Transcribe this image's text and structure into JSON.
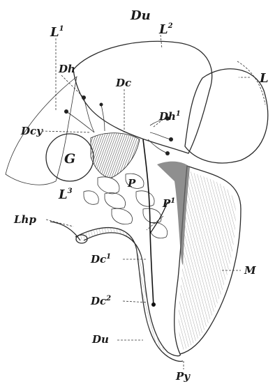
{
  "labels": {
    "du_top": "Du",
    "l2": {
      "text": "L",
      "sup": "2"
    },
    "l_right": "L",
    "l1": {
      "text": "L",
      "sup": "1"
    },
    "dh": "Dh",
    "dc": "Dc",
    "dh1": {
      "text": "Dh",
      "sup": "1"
    },
    "dcy": "Dcy",
    "g": "G",
    "p": "P",
    "p1": {
      "text": "P",
      "sup": "1"
    },
    "l3": {
      "text": "L",
      "sup": "3"
    },
    "lhp": "Lhp",
    "dc1": {
      "text": "Dc",
      "sup": "1"
    },
    "m": "M",
    "dc2": {
      "text": "Dc",
      "sup": "2"
    },
    "du_bottom": "Du",
    "py": "Py"
  }
}
